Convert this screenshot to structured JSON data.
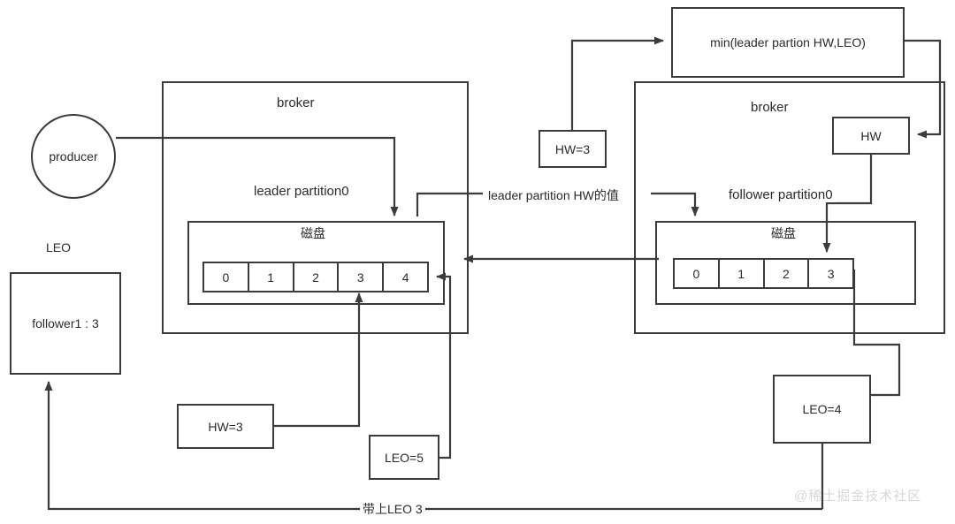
{
  "diagram": {
    "title": "Kafka HW/LEO replication diagram",
    "watermark": "@稀土掘金技术社区",
    "left": {
      "producer_label": "producer",
      "broker_label": "broker",
      "partition_label": "leader partition0",
      "disk_label": "磁盘",
      "cells": [
        "0",
        "1",
        "2",
        "3",
        "4"
      ],
      "leo_title": "LEO",
      "leo_box_text": "follower1 : 3",
      "hw_box_text": "HW=3",
      "leo_box2_text": "LEO=5"
    },
    "right": {
      "broker_label": "broker",
      "partition_label": "follower partition0",
      "disk_label": "磁盘",
      "cells": [
        "0",
        "1",
        "2",
        "3"
      ],
      "hw_box_text": "HW",
      "leo_box_text": "LEO=4"
    },
    "center": {
      "min_box_text": "min(leader partion HW,LEO)",
      "hw_box_text": "HW=3",
      "hw_value_label": "leader partition HW的值",
      "bottom_label": "带上LEO 3"
    },
    "colors": {
      "stroke": "#3b3b3b",
      "text": "#2b2b2b",
      "background": "#ffffff",
      "watermark": "#d8d8d8"
    }
  }
}
